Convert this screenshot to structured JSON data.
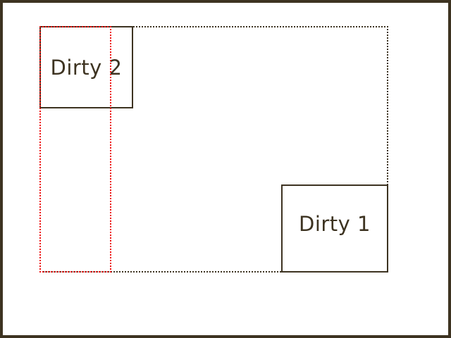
{
  "diagram": {
    "description": "Dirty rectangles diagram: two solid-outlined dirty regions, their dotted union bounding rectangle, and a red dotted combined strip region",
    "colors": {
      "outline_dark": "#3d3321",
      "outline_red": "#ee1111",
      "background": "#ffffff",
      "text": "#3d3321"
    },
    "rects": {
      "outer_frame": {
        "style": "solid",
        "color": "#3d3321"
      },
      "union": {
        "style": "dotted",
        "color": "#3d3321"
      },
      "red_strip": {
        "style": "dotted",
        "color": "#ee1111"
      },
      "dirty1": {
        "label": "Dirty 1",
        "style": "solid",
        "color": "#3d3321"
      },
      "dirty2": {
        "label": "Dirty 2",
        "style": "solid",
        "color": "#3d3321"
      }
    }
  }
}
